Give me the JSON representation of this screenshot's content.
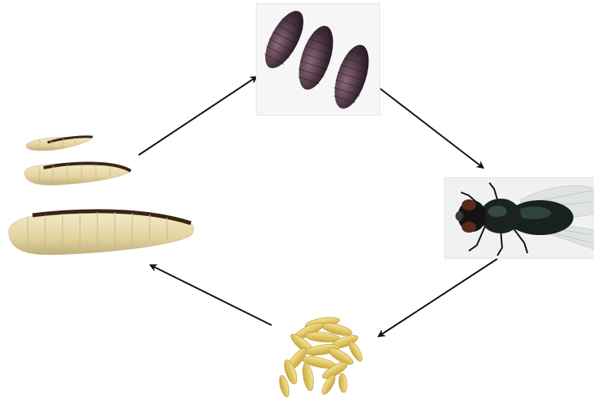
{
  "diagram": {
    "type": "life-cycle",
    "stages": [
      {
        "id": "pupae",
        "icon": "pupa-icon",
        "count": 3,
        "color": "#4a3340"
      },
      {
        "id": "adult",
        "icon": "fly-icon",
        "count": 1,
        "color": "#17211f"
      },
      {
        "id": "eggs",
        "icon": "egg-cluster-icon",
        "color": "#e3c65c"
      },
      {
        "id": "larvae",
        "icon": "larva-icon",
        "count": 3,
        "color": "#e8dcae"
      }
    ],
    "cycle_order": [
      "larvae",
      "pupae",
      "adult",
      "eggs",
      "larvae"
    ],
    "arrow_color": "#111111"
  }
}
